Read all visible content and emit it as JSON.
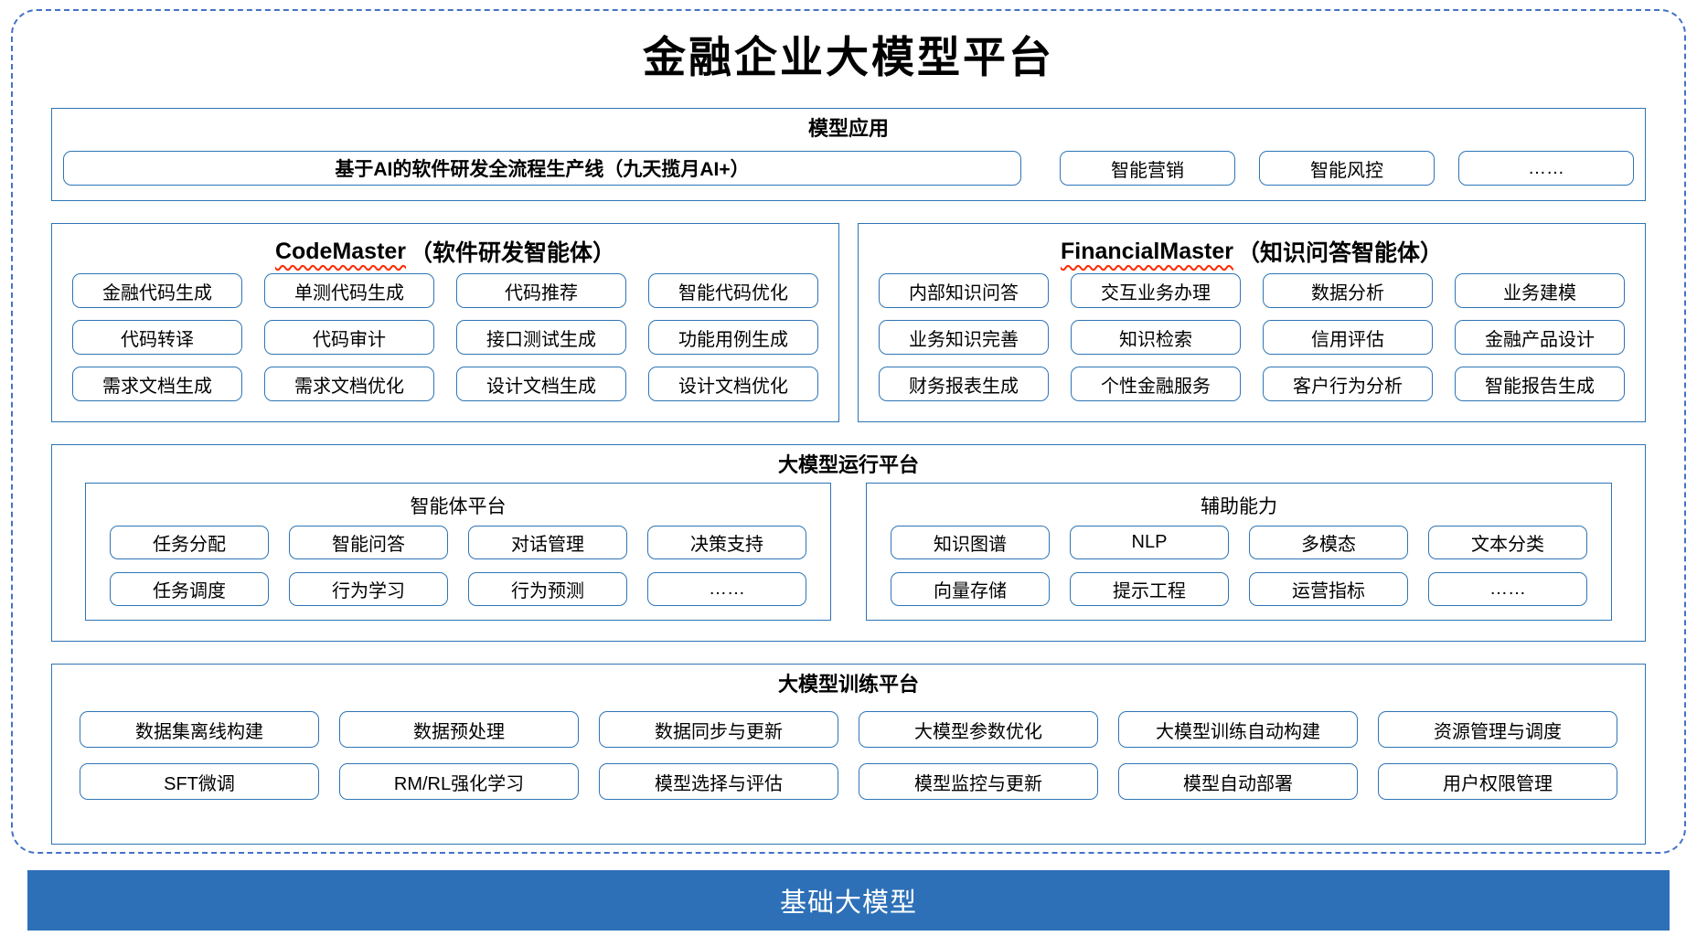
{
  "diagram_title": "金融企业大模型平台",
  "colors": {
    "box_border_blue": "#2E75B6",
    "dashed_frame_blue": "#4472C4",
    "base_bar_blue": "#2D70B8",
    "wavy_underline_red": "#FF2A00"
  },
  "model_app": {
    "title": "模型应用",
    "pipeline_button": "基于AI的软件研发全流程生产线（九天揽月AI+）",
    "buttons": [
      "智能营销",
      "智能风控",
      "……"
    ]
  },
  "codemaster": {
    "title_en": "CodeMaster",
    "title_zh": "（软件研发智能体）",
    "rows": [
      [
        "金融代码生成",
        "单测代码生成",
        "代码推荐",
        "智能代码优化"
      ],
      [
        "代码转译",
        "代码审计",
        "接口测试生成",
        "功能用例生成"
      ],
      [
        "需求文档生成",
        "需求文档优化",
        "设计文档生成",
        "设计文档优化"
      ]
    ]
  },
  "financialmaster": {
    "title_en": "FinancialMaster",
    "title_zh": "（知识问答智能体）",
    "rows": [
      [
        "内部知识问答",
        "交互业务办理",
        "数据分析",
        "业务建模"
      ],
      [
        "业务知识完善",
        "知识检索",
        "信用评估",
        "金融产品设计"
      ],
      [
        "财务报表生成",
        "个性金融服务",
        "客户行为分析",
        "智能报告生成"
      ]
    ]
  },
  "run_platform": {
    "title": "大模型运行平台",
    "agent_platform": {
      "title": "智能体平台",
      "rows": [
        [
          "任务分配",
          "智能问答",
          "对话管理",
          "决策支持"
        ],
        [
          "任务调度",
          "行为学习",
          "行为预测",
          "……"
        ]
      ]
    },
    "aux_ability": {
      "title": "辅助能力",
      "rows": [
        [
          "知识图谱",
          "NLP",
          "多模态",
          "文本分类"
        ],
        [
          "向量存储",
          "提示工程",
          "运营指标",
          "……"
        ]
      ]
    }
  },
  "train_platform": {
    "title": "大模型训练平台",
    "rows": [
      [
        "数据集离线构建",
        "数据预处理",
        "数据同步与更新",
        "大模型参数优化",
        "大模型训练自动构建",
        "资源管理与调度"
      ],
      [
        "SFT微调",
        "RM/RL强化学习",
        "模型选择与评估",
        "模型监控与更新",
        "模型自动部署",
        "用户权限管理"
      ]
    ]
  },
  "base_model_bar": {
    "label": "基础大模型"
  }
}
